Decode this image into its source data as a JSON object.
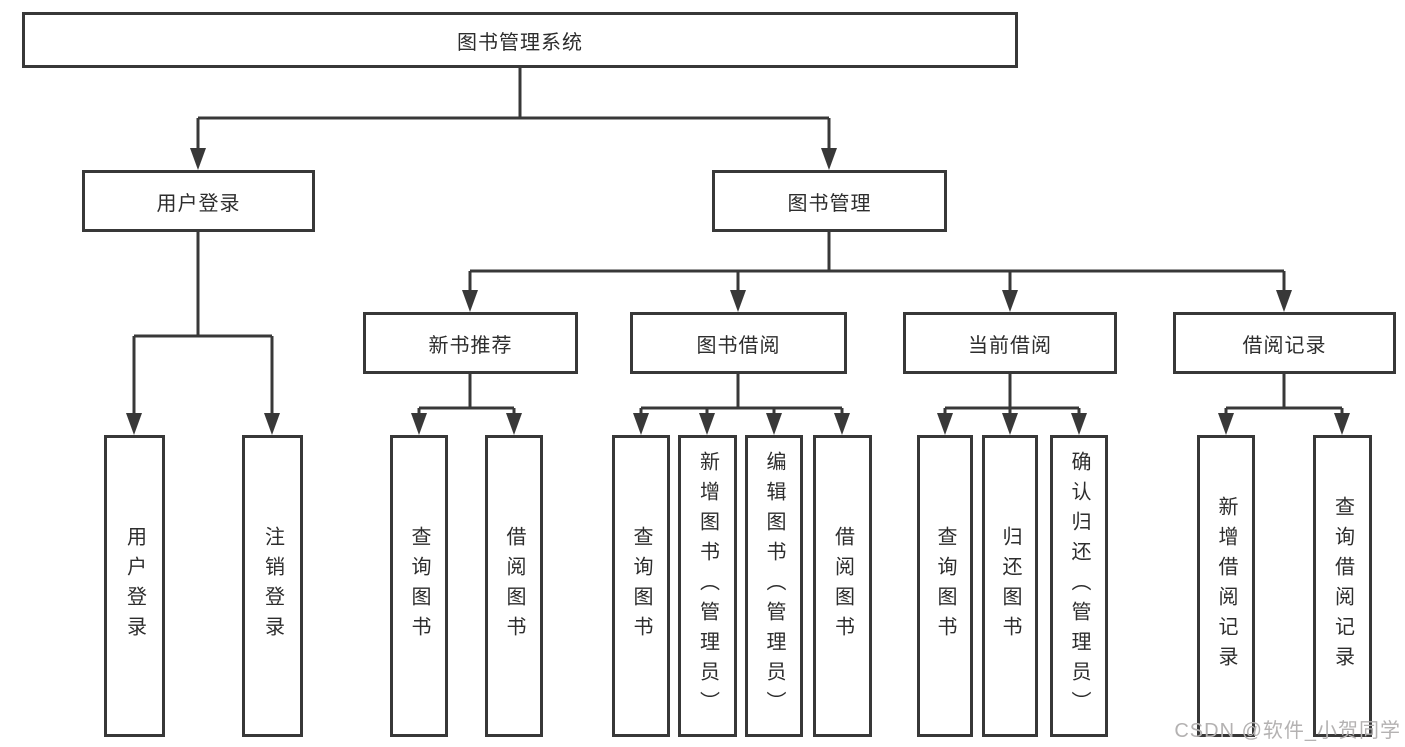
{
  "diagram": {
    "tree": {
      "label": "图书管理系统",
      "children": [
        {
          "label": "用户登录",
          "children": [
            {
              "label": "用户登录"
            },
            {
              "label": "注销登录"
            }
          ]
        },
        {
          "label": "图书管理",
          "children": [
            {
              "label": "新书推荐",
              "children": [
                {
                  "label": "查询图书"
                },
                {
                  "label": "借阅图书"
                }
              ]
            },
            {
              "label": "图书借阅",
              "children": [
                {
                  "label": "查询图书"
                },
                {
                  "label": "新增图书（管理员）"
                },
                {
                  "label": "编辑图书（管理员）"
                },
                {
                  "label": "借阅图书"
                }
              ]
            },
            {
              "label": "当前借阅",
              "children": [
                {
                  "label": "查询图书"
                },
                {
                  "label": "归还图书"
                },
                {
                  "label": "确认归还（管理员）"
                }
              ]
            },
            {
              "label": "借阅记录",
              "children": [
                {
                  "label": "新增借阅记录"
                },
                {
                  "label": "查询借阅记录"
                }
              ]
            }
          ]
        }
      ]
    },
    "colors": {
      "line": "#383838",
      "box_border": "#383838",
      "box_fill": "#ffffff",
      "text": "#2d2d2d",
      "watermark": "#b4b2b2"
    }
  },
  "watermark": {
    "text": "CSDN @软件_小贺同学"
  }
}
